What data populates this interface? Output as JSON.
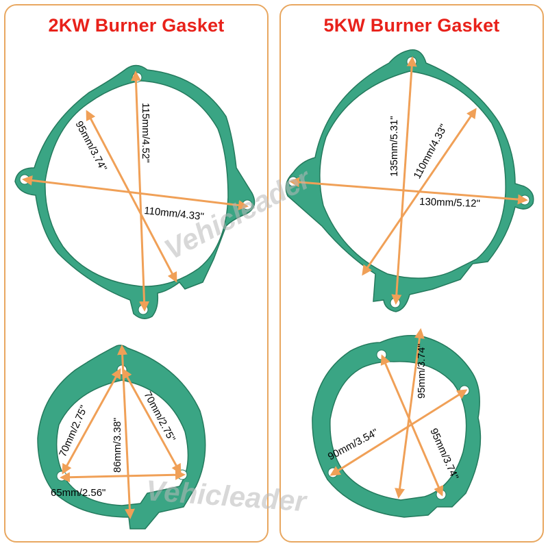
{
  "colors": {
    "gasket": "#3aa584",
    "gasket_edge": "#23795c",
    "arrow": "#f0a057",
    "title": "#e8211a",
    "border": "#e8a760"
  },
  "panels": {
    "left": {
      "title": "2KW Burner Gasket"
    },
    "right": {
      "title": "5KW Burner Gasket"
    }
  },
  "gaskets": {
    "tl": {
      "labels": {
        "a": "95mm/3.74\"",
        "b": "115mm/4.52\"",
        "c": "110mm/4.33\""
      }
    },
    "tr": {
      "labels": {
        "a": "135mm/5.31\"",
        "b": "110mm/4.33\"",
        "c": "130mm/5.12\""
      }
    },
    "bl": {
      "labels": {
        "a": "70mm/2.75\"",
        "b": "86mm/3.38\"",
        "c": "70mm/2.75\"",
        "d": "65mm/2.56\""
      }
    },
    "br": {
      "labels": {
        "a": "95mm/3.74\"",
        "b": "90mm/3.54\"",
        "c": "95mm/3.74\""
      }
    }
  },
  "watermark": {
    "text": "Vehicleader"
  }
}
